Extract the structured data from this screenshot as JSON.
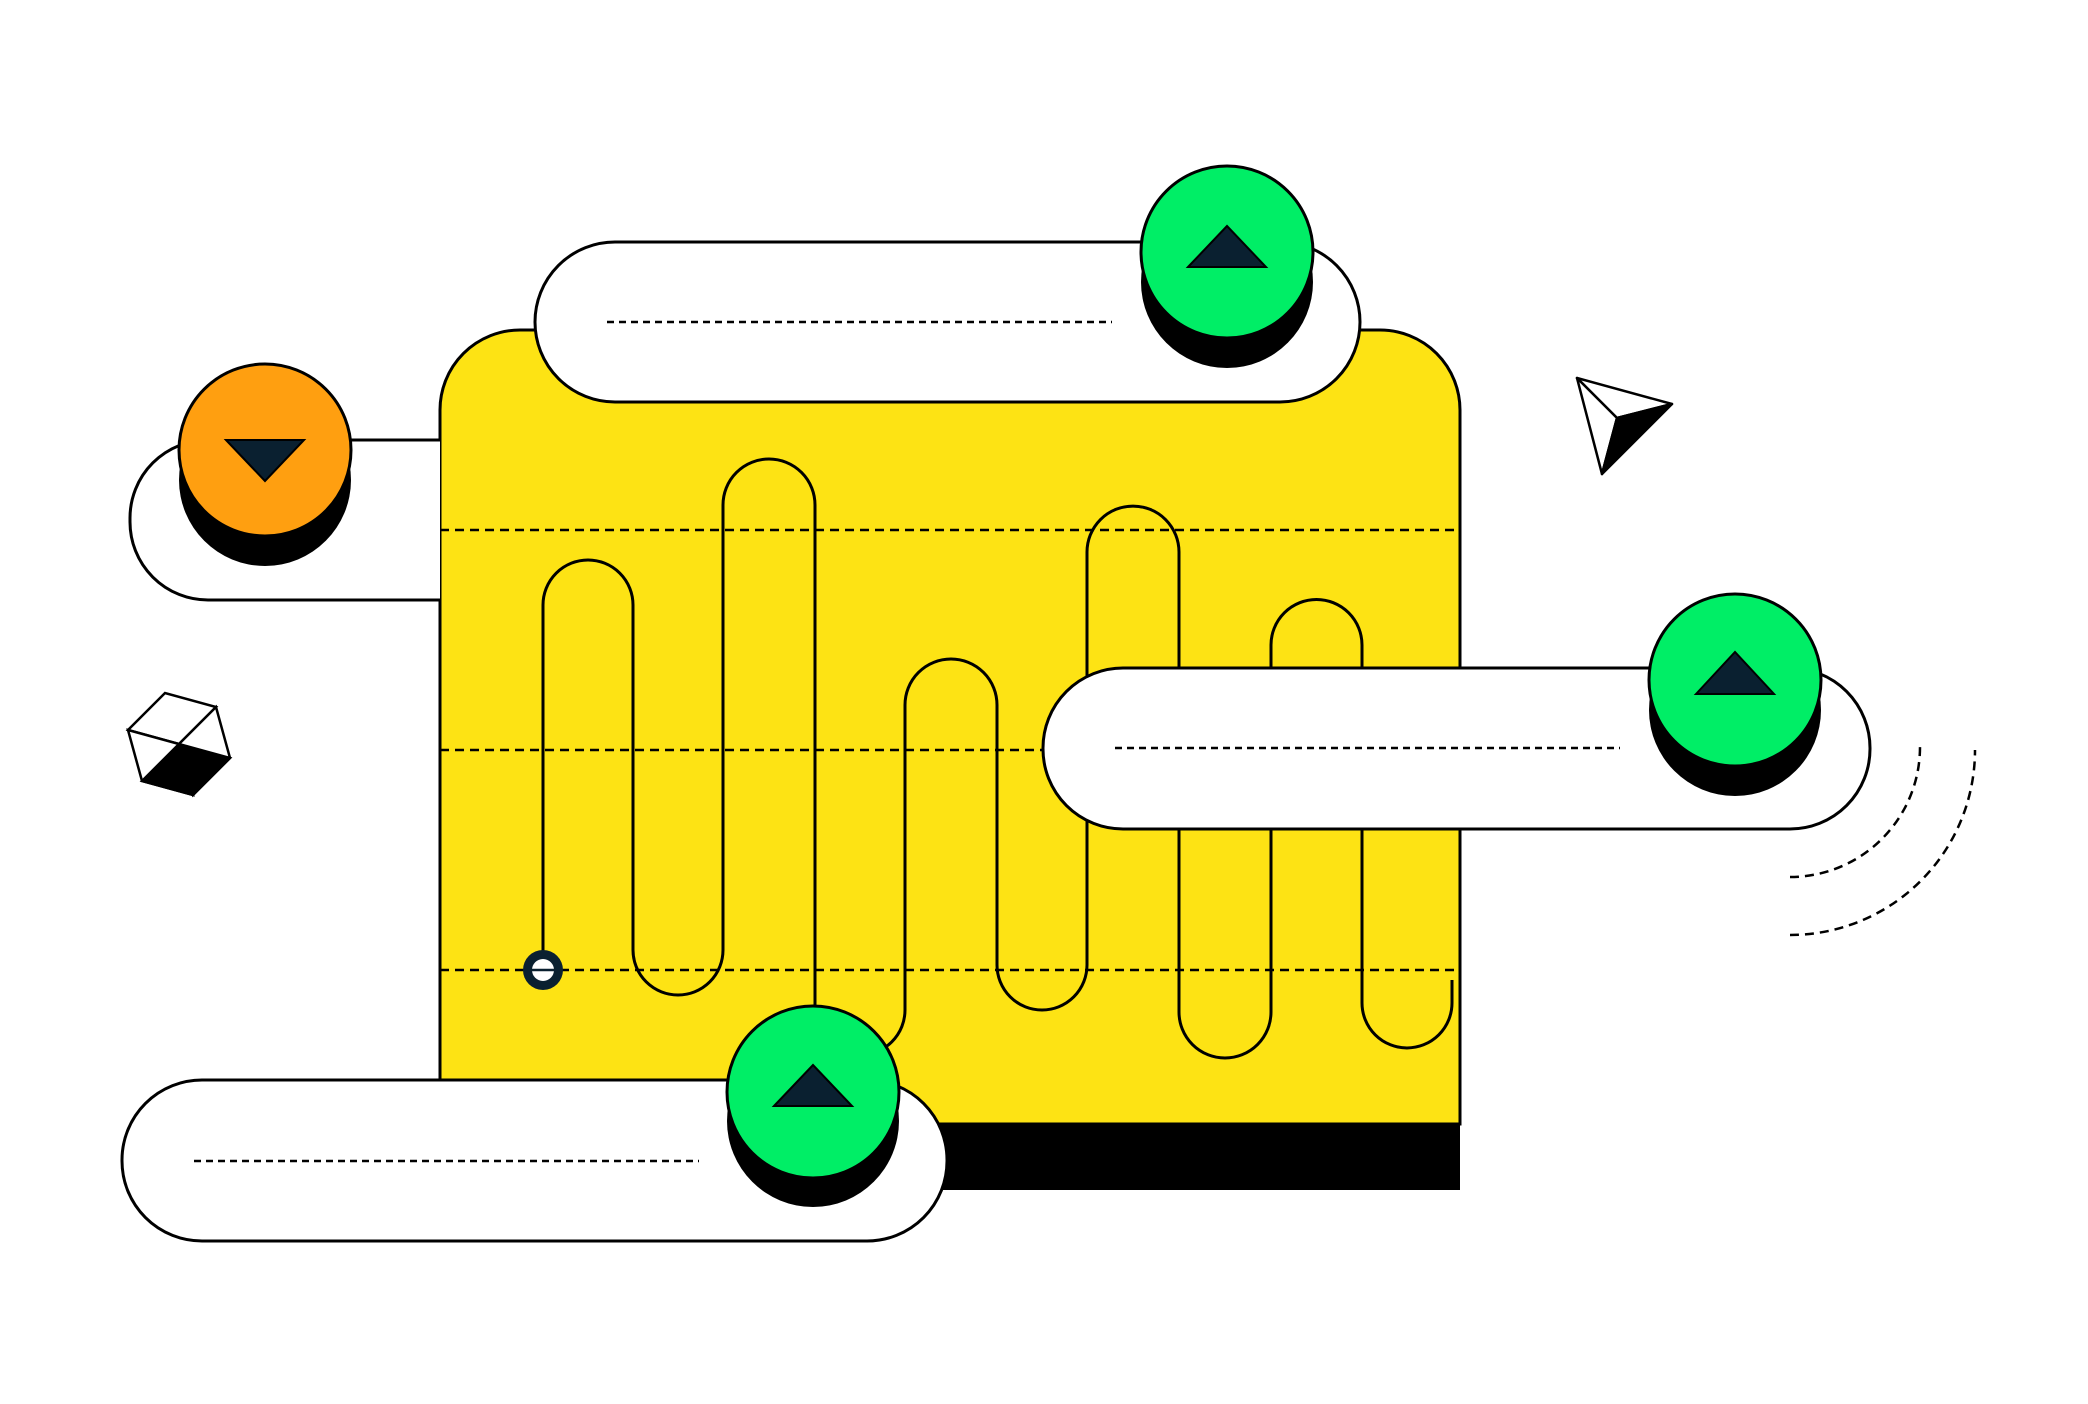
{
  "colors": {
    "background": "#ffffff",
    "panel": "#fde314",
    "outline": "#000000",
    "pill": "#ffffff",
    "up_button": "#00ee66",
    "down_button": "#ff9f10",
    "arrow": "#0a2030"
  },
  "icons": {
    "up": "triangle-up-icon",
    "down": "triangle-down-icon",
    "cube": "cube-icon",
    "cursor": "paper-plane-cursor-icon",
    "waves": "signal-arcs-icon",
    "handle": "slider-knob-icon"
  },
  "pills": [
    {
      "name": "pill-top",
      "direction": "up"
    },
    {
      "name": "pill-left",
      "direction": "down"
    },
    {
      "name": "pill-right",
      "direction": "up"
    },
    {
      "name": "pill-bottom",
      "direction": "up"
    }
  ]
}
